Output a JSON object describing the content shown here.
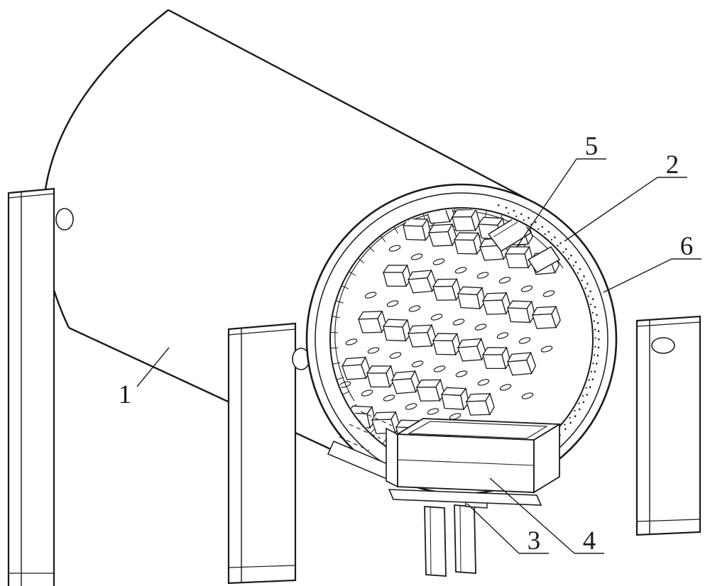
{
  "figure": {
    "background": "#ffffff",
    "line_color": "#1a1a1a",
    "description_visible_text_only": true,
    "labels": [
      {
        "text": "1"
      },
      {
        "text": "2"
      },
      {
        "text": "3"
      },
      {
        "text": "4"
      },
      {
        "text": "5"
      },
      {
        "text": "6"
      }
    ]
  }
}
